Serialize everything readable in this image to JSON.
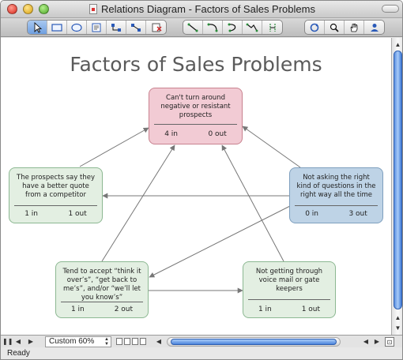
{
  "window": {
    "title": "Relations Diagram - Factors of Sales Problems"
  },
  "toolbar": {
    "group1": [
      "pointer-tool",
      "rectangle-tool",
      "ellipse-tool",
      "text-box-tool",
      "connector-tool",
      "smart-connector-tool",
      "delete-tool"
    ],
    "group2": [
      "line-tool",
      "arc-tool",
      "curve-tool",
      "polyline-tool",
      "bezier-tool"
    ],
    "group3": [
      "refresh-tool",
      "zoom-tool",
      "pan-tool",
      "user-tool"
    ]
  },
  "diagram": {
    "title": "Factors of Sales Problems",
    "nodes": [
      {
        "id": "top",
        "text": "Can't turn around negative or resistant prospects",
        "in": "4 in",
        "out": "0 out",
        "color": "#f2cbd4"
      },
      {
        "id": "left",
        "text": "The prospects say they have a better quote from a competitor",
        "in": "1 in",
        "out": "1 out",
        "color": "#e3efe2"
      },
      {
        "id": "right",
        "text": "Not asking the right kind of questions in the right way all the time",
        "in": "0 in",
        "out": "3 out",
        "color": "#bed3e6"
      },
      {
        "id": "bottomleft",
        "text": "Tend to accept “think it over’s”, “get back to me’s”, and/or “we’ll let you know’s”",
        "in": "1 in",
        "out": "2 out",
        "color": "#e3efe2"
      },
      {
        "id": "bottomright",
        "text": "Not getting through voice mail or gate keepers",
        "in": "1 in",
        "out": "1 out",
        "color": "#e3efe2"
      }
    ],
    "links": [
      {
        "from": "left",
        "to": "top"
      },
      {
        "from": "right",
        "to": "top"
      },
      {
        "from": "right",
        "to": "left"
      },
      {
        "from": "right",
        "to": "bottomleft"
      },
      {
        "from": "bottomleft",
        "to": "top"
      },
      {
        "from": "bottomleft",
        "to": "bottomright"
      },
      {
        "from": "bottomright",
        "to": "top"
      }
    ]
  },
  "bottombar": {
    "zoom_value": "Custom 60%"
  },
  "status": {
    "text": "Ready"
  }
}
